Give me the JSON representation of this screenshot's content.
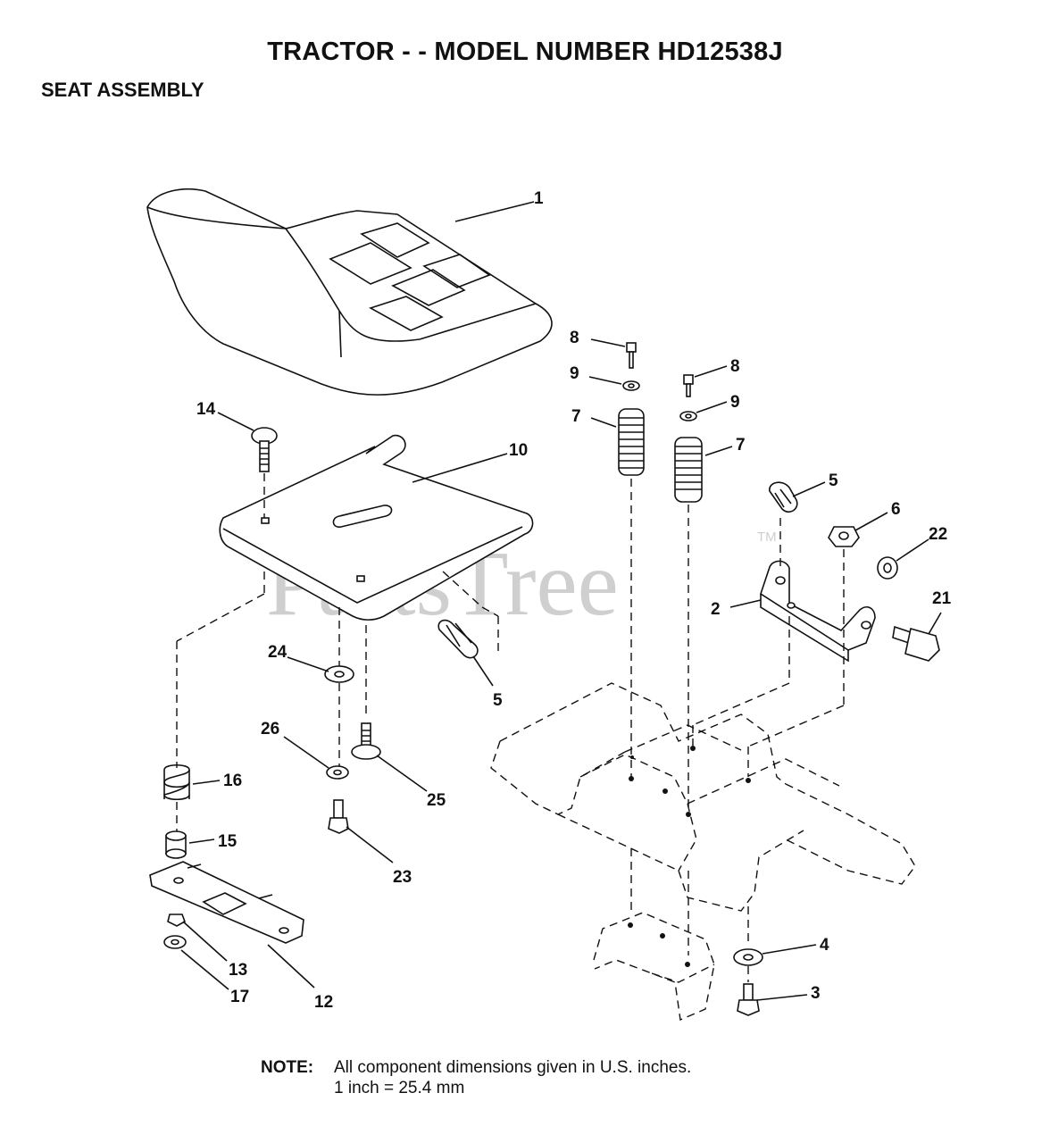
{
  "header": {
    "title": "TRACTOR - - MODEL NUMBER HD12538J",
    "section": "SEAT ASSEMBLY"
  },
  "watermark": {
    "text": "PartsTree",
    "tm": "TM"
  },
  "callouts": {
    "c1": "1",
    "c2": "2",
    "c3": "3",
    "c4": "4",
    "c5a": "5",
    "c5b": "5",
    "c6": "6",
    "c7a": "7",
    "c7b": "7",
    "c8a": "8",
    "c8b": "8",
    "c9a": "9",
    "c9b": "9",
    "c10": "10",
    "c12": "12",
    "c13": "13",
    "c14": "14",
    "c15": "15",
    "c16": "16",
    "c17": "17",
    "c21": "21",
    "c22": "22",
    "c23": "23",
    "c24": "24",
    "c25": "25",
    "c26": "26"
  },
  "note": {
    "label": "NOTE:",
    "line1": "All component dimensions given in U.S. inches.",
    "line2": "1 inch = 25.4 mm"
  }
}
